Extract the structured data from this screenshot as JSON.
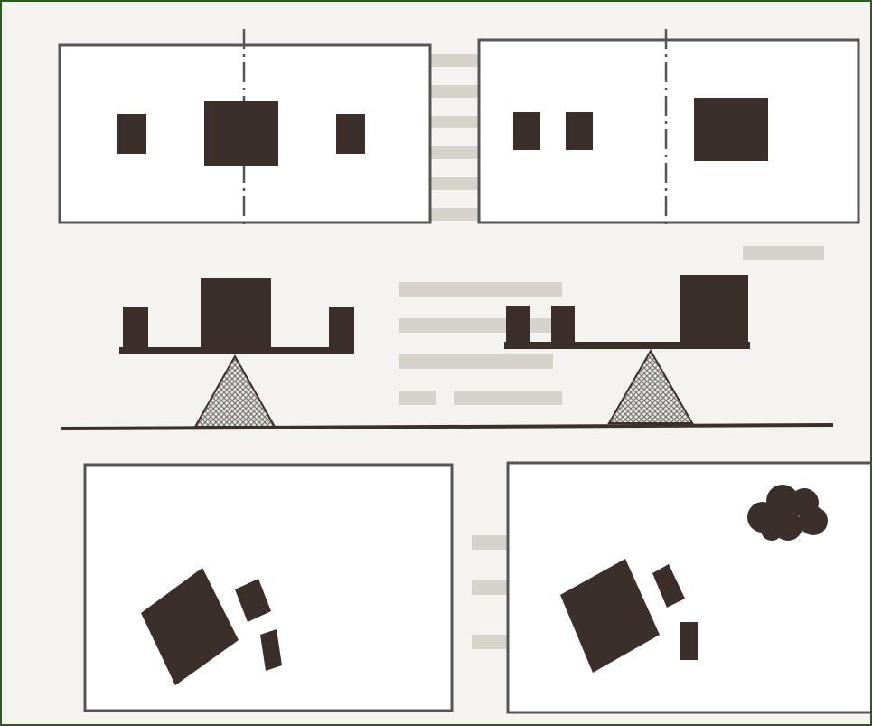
{
  "figure": {
    "panels": [
      {
        "id": "symmetric-balance-panel",
        "kind": "framed-composition"
      },
      {
        "id": "asymmetric-balance-panel",
        "kind": "framed-composition"
      },
      {
        "id": "symmetric-scale",
        "kind": "balance-scale"
      },
      {
        "id": "asymmetric-scale",
        "kind": "balance-scale"
      },
      {
        "id": "rotated-shapes-panel",
        "kind": "framed-composition"
      },
      {
        "id": "rotated-shapes-cloud-panel",
        "kind": "framed-composition"
      }
    ],
    "colors": {
      "shape_fill": "#3b2f2b",
      "panel_border": "#555555",
      "frame_border": "#2f5a1e",
      "background": "#f4f3ef",
      "background_text_noise": "#d6d3cc",
      "fulcrum_hatch": "#7a7775"
    }
  }
}
